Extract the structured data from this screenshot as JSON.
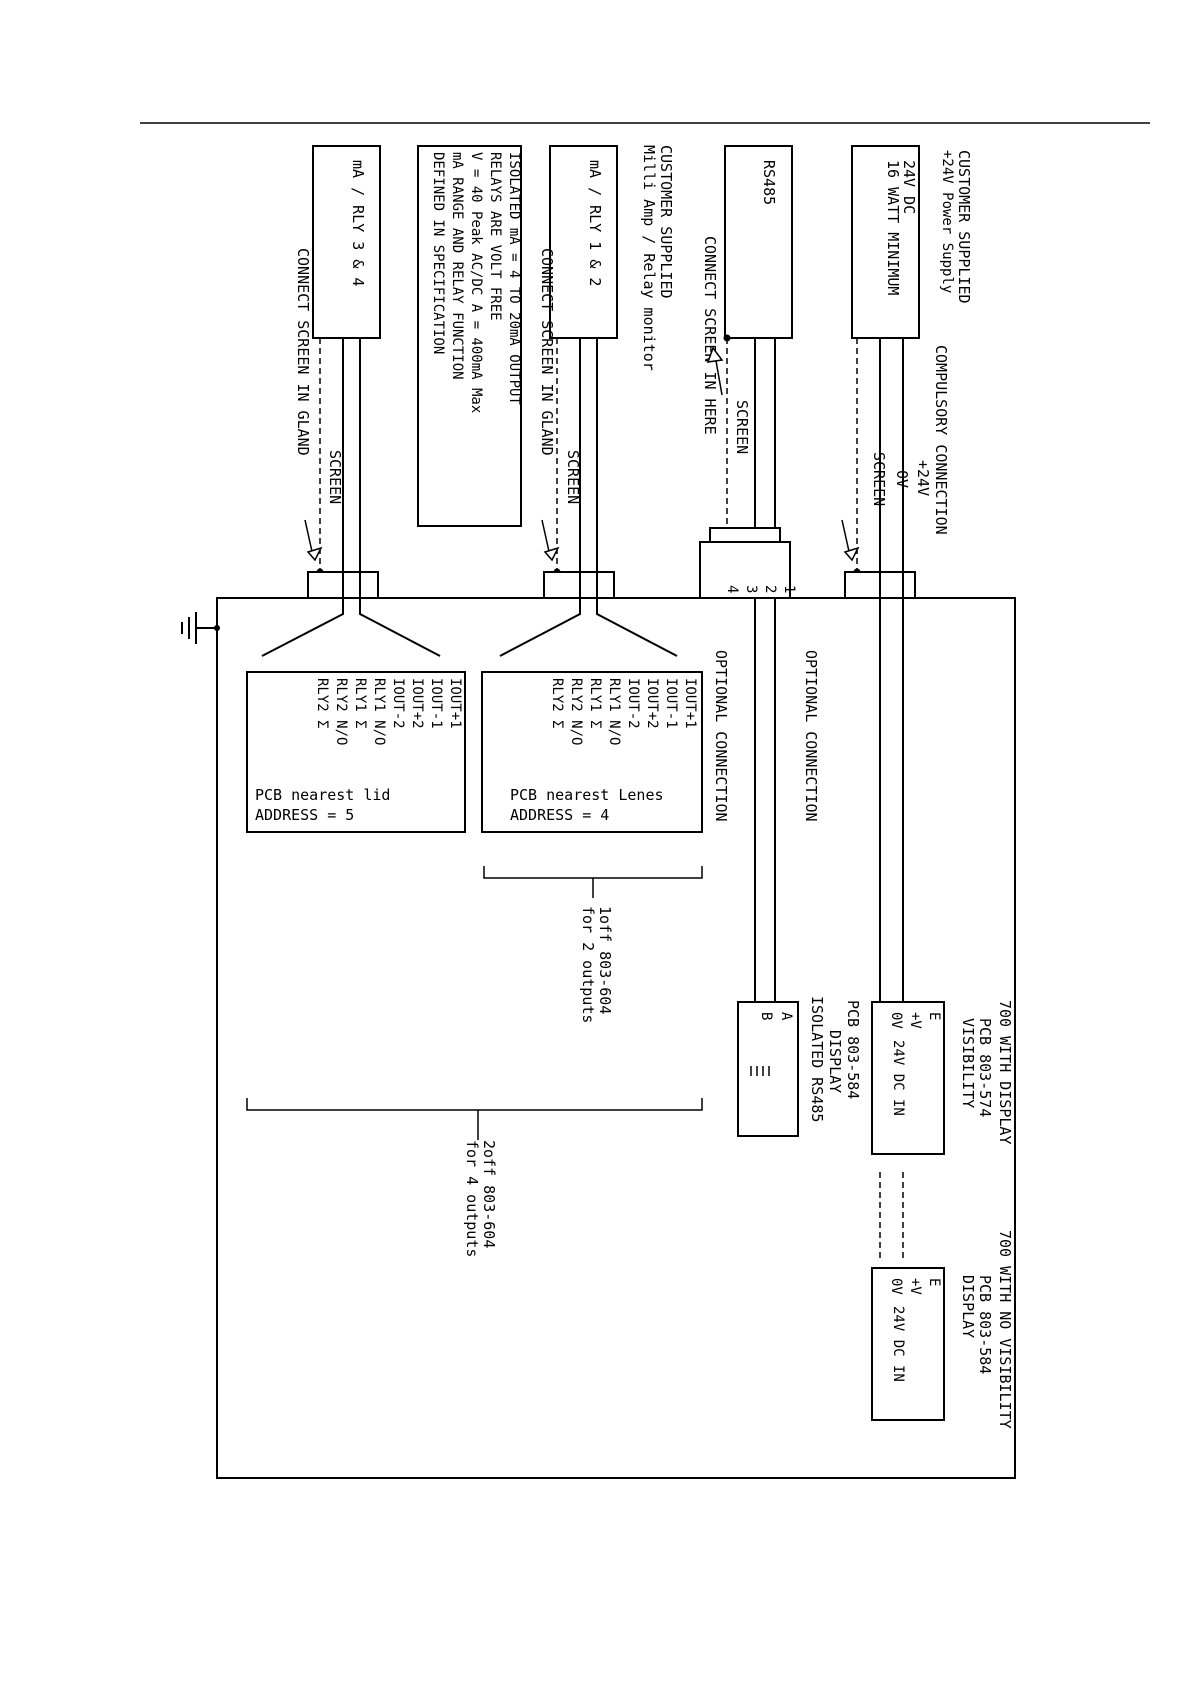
{
  "diagram": {
    "customer_supply": {
      "heading_1": "CUSTOMER SUPPLIED",
      "heading_2": "+24V Power Supply",
      "box_line_1": "24V DC",
      "box_line_2": "16 WATT MINIMUM"
    },
    "compulsory": {
      "label": "COMPULSORY CONNECTION",
      "plus24": "+24V",
      "zero_v": "0V",
      "screen": "SCREEN"
    },
    "rs485": {
      "box": "RS485",
      "connect_screen": "CONNECT SCREEN IN HERE",
      "screen": "SCREEN",
      "terminals": [
        "1",
        "2",
        "3",
        "4"
      ]
    },
    "monitor": {
      "heading_1": "CUSTOMER SUPPLIED",
      "heading_2": "Milli Amp / Relay monitor",
      "box_12": "mA / RLY 1 & 2",
      "box_34": "mA / RLY 3 & 4",
      "connect_gland_1": "CONNECT SCREEN IN GLAND",
      "connect_gland_2": "CONNECT SCREEN IN GLAND",
      "screen_1": "SCREEN",
      "screen_2": "SCREEN"
    },
    "isolated_note": [
      "ISOLATED mA = 4 TO 20mA OUTPUT",
      "RELAYS ARE VOLT FREE",
      "V = 40 Peak AC/DC A = 400mA Max",
      "mA RANGE AND RELAY FUNCTION",
      "DEFINED IN SPECIFICATION"
    ],
    "optional_1": "OPTIONAL CONNECTION",
    "optional_2": "OPTIONAL CONNECTION",
    "pcb_lenes": {
      "lines": [
        "IOUT+1",
        "IOUT-1",
        "IOUT+2",
        "IOUT-2",
        "RLY1 N/O",
        "RLY1 Σ",
        "RLY2 N/O",
        "RLY2 Σ"
      ],
      "name": "PCB nearest Lenes",
      "address": "ADDRESS = 4"
    },
    "pcb_lid": {
      "lines": [
        "IOUT+1",
        "IOUT-1",
        "IOUT+2",
        "IOUT-2",
        "RLY1 N/O",
        "RLY1 Σ",
        "RLY2 N/O",
        "RLY2 Σ"
      ],
      "name": "PCB nearest lid",
      "address": "ADDRESS = 5"
    },
    "oneoff_1": "1off 803-604",
    "oneoff_2": "for 2 outputs",
    "twooff_1": "2off 803-604",
    "twooff_2": "for 4 outputs",
    "with_display": "700 WITH DISPLAY",
    "no_visibility": "700 WITH NO VISIBILITY",
    "pcb_574": {
      "title_1": "PCB 803-574",
      "title_2": "VISIBILITY",
      "e": "E",
      "plus_v": "+V",
      "zero_v": "0V",
      "dc_in": "24V DC IN"
    },
    "pcb_584_display": {
      "title_1": "PCB 803-584",
      "title_2": "DISPLAY",
      "title_3": "ISOLATED RS485",
      "a": "A",
      "b": "B"
    },
    "pcb_584_nv": {
      "title_1": "PCB 803-584",
      "title_2": "DISPLAY",
      "e": "E",
      "plus_v": "+V",
      "zero_v": "0V",
      "dc_in": "24V DC IN"
    }
  }
}
